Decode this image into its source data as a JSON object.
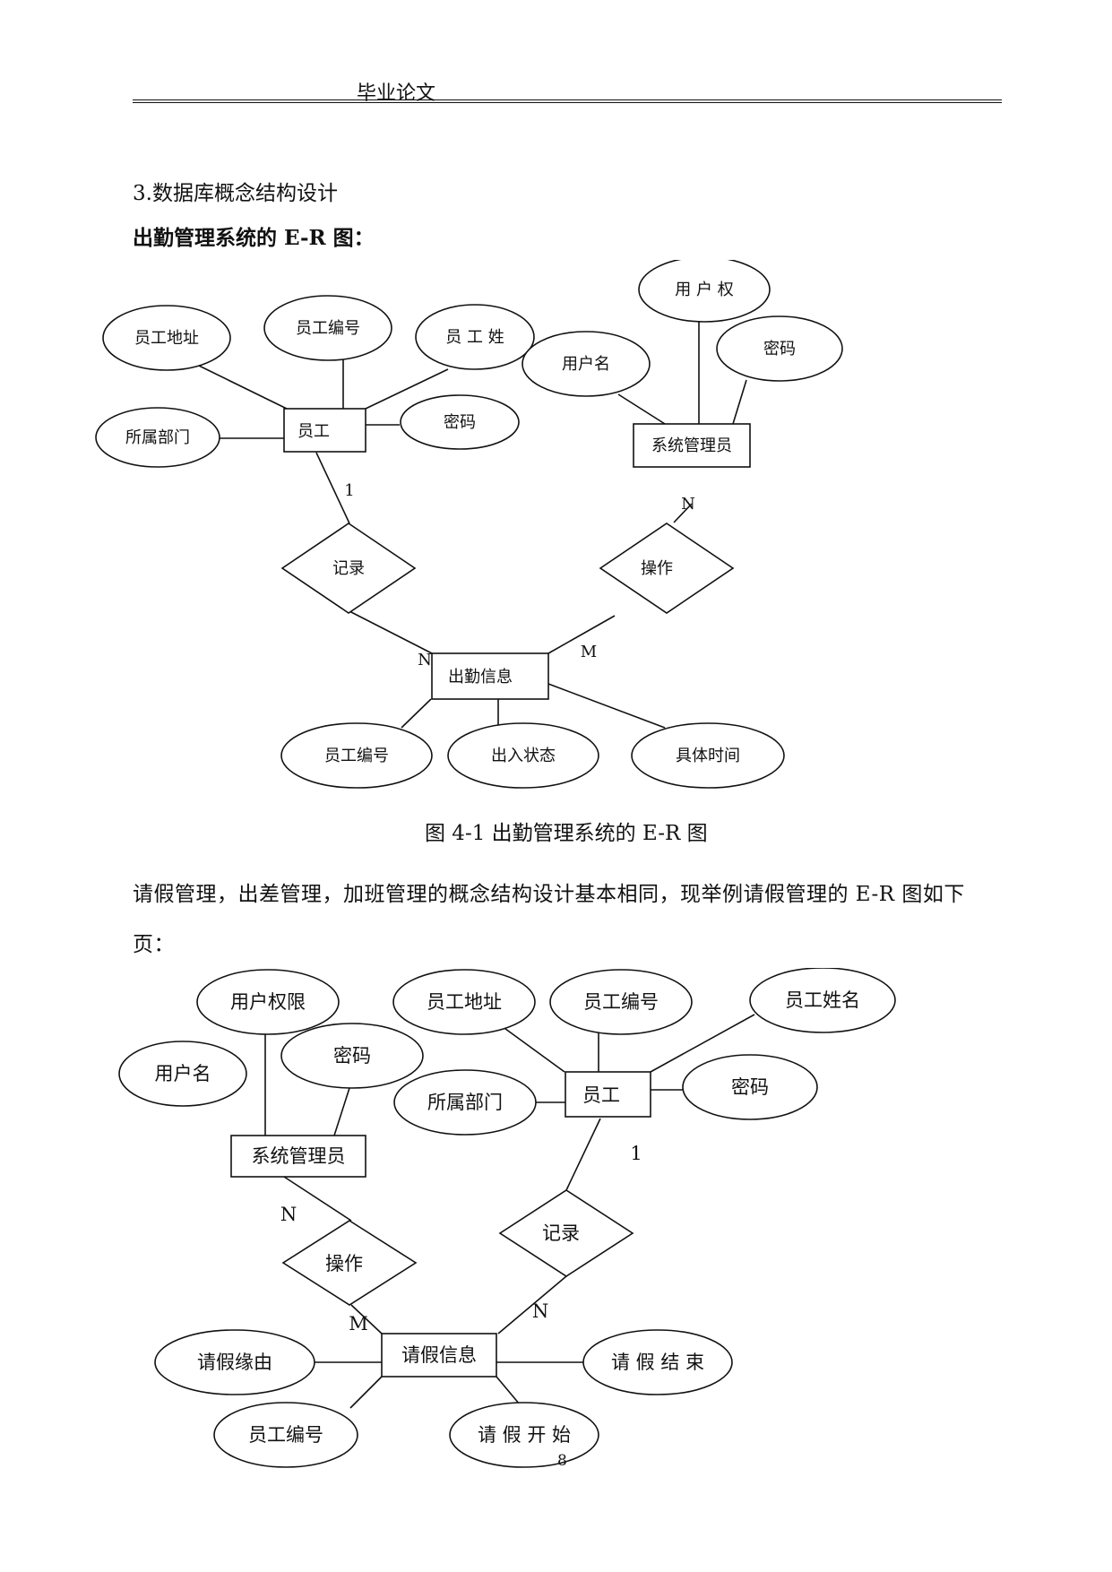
{
  "header": {
    "title": "毕业论文"
  },
  "section_heading": "3.数据库概念结构设计",
  "diagram_title": "出勤管理系统的 E-R 图：",
  "figure_caption": "图 4-1 出勤管理系统的 E-R 图",
  "body_paragraph": "请假管理，出差管理，加班管理的概念结构设计基本相同，现举例请假管理的 E-R 图如下页：",
  "page_number": "8",
  "diagram1": {
    "entities": {
      "employee": "员工",
      "sysadmin": "系统管理员",
      "attendance": "出勤信息"
    },
    "relationships": {
      "record": "记录",
      "operate": "操作"
    },
    "attributes": {
      "emp_address": "员工地址",
      "emp_id": "员工编号",
      "emp_name": "员 工 姓",
      "emp_dept": "所属部门",
      "emp_password": "密码",
      "admin_permission": "用 户 权",
      "admin_username": "用户名",
      "admin_password": "密码",
      "att_emp_id": "员工编号",
      "att_status": "出入状态",
      "att_time": "具体时间"
    },
    "cardinalities": {
      "employee_record": "1",
      "record_attendance": "N",
      "admin_operate": "N",
      "operate_attendance": "M"
    }
  },
  "diagram2": {
    "entities": {
      "sysadmin": "系统管理员",
      "employee": "员工",
      "leave": "请假信息"
    },
    "relationships": {
      "operate": "操作",
      "record": "记录"
    },
    "attributes": {
      "admin_permission": "用户权限",
      "admin_username": "用户名",
      "admin_password": "密码",
      "emp_address": "员工地址",
      "emp_id": "员工编号",
      "emp_name": "员工姓名",
      "emp_dept": "所属部门",
      "emp_password": "密码",
      "leave_reason": "请假缘由",
      "leave_end": "请 假 结 束",
      "leave_emp_id": "员工编号",
      "leave_start": "请 假 开 始"
    },
    "cardinalities": {
      "admin_operate": "N",
      "operate_leave": "M",
      "employee_record": "1",
      "record_leave": "N"
    }
  }
}
